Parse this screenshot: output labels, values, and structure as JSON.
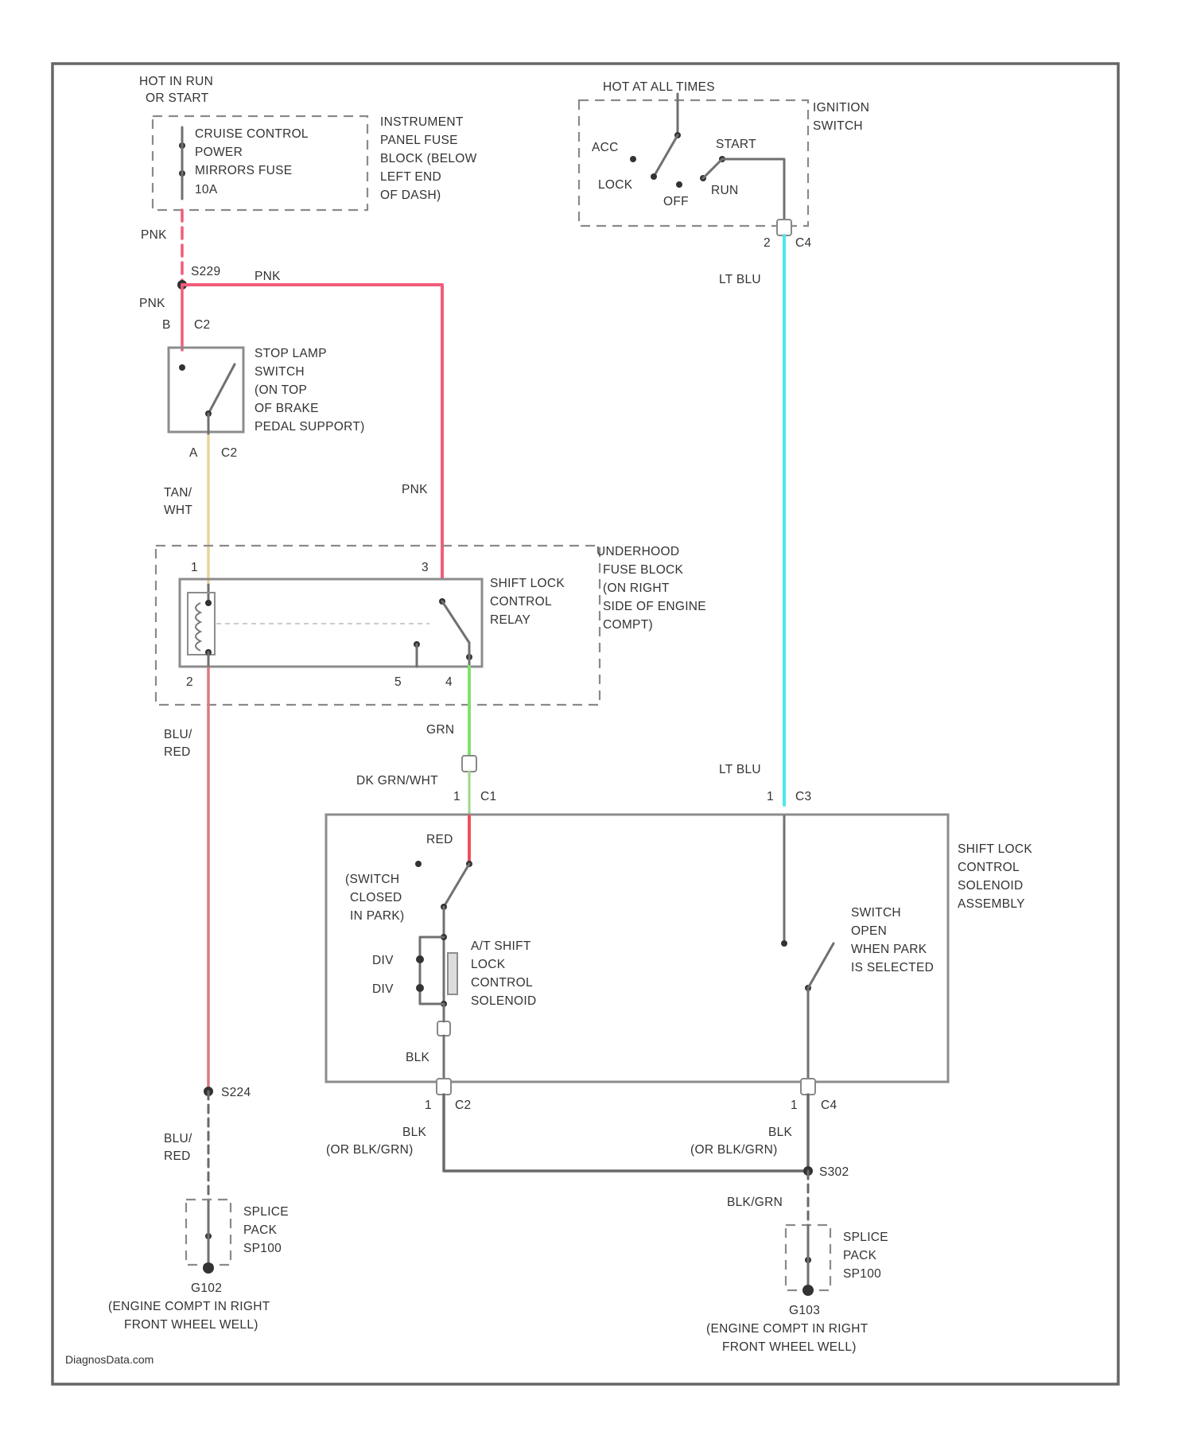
{
  "power": {
    "hot_label": [
      "HOT IN RUN",
      "OR START"
    ],
    "fuse_text": [
      "CRUISE CONTROL",
      "POWER",
      "MIRRORS FUSE",
      "10A"
    ],
    "fuse_location": [
      "INSTRUMENT",
      "PANEL FUSE",
      "BLOCK (BELOW",
      "LEFT END",
      "OF DASH)"
    ],
    "hot_all_times": "HOT AT ALL TIMES"
  },
  "ignition": {
    "name": [
      "IGNITION",
      "SWITCH"
    ],
    "positions": {
      "acc": "ACC",
      "lock": "LOCK",
      "off": "OFF",
      "run": "RUN",
      "start": "START"
    },
    "pin": "2",
    "connector": "C4"
  },
  "wires": {
    "pnk": "PNK",
    "splice_top": "S229",
    "c2": "C2",
    "pin_b": "B",
    "pin_a": "A",
    "tan_wht": [
      "TAN/",
      "WHT"
    ],
    "lt_blu": "LT BLU",
    "blu_red": [
      "BLU/",
      "RED"
    ],
    "grn": "GRN",
    "dk_grn_wht": "DK GRN/WHT",
    "c1": "C1",
    "c3": "C3",
    "c4": "C4",
    "red": "RED",
    "blk": "BLK",
    "blk_alt": [
      "BLK",
      "(OR BLK/GRN)"
    ],
    "blk_grn": "BLK/GRN",
    "splice_left": "S224",
    "splice_right": "S302"
  },
  "stop_lamp": {
    "label": [
      "STOP LAMP",
      "SWITCH",
      "(ON TOP",
      "OF BRAKE",
      "PEDAL SUPPORT)"
    ]
  },
  "relay": {
    "label": [
      "SHIFT LOCK",
      "CONTROL",
      "RELAY"
    ],
    "fuse_block": [
      "UNDERHOOD",
      "FUSE BLOCK",
      "(ON RIGHT",
      "SIDE OF ENGINE",
      "COMPT)"
    ],
    "pins": {
      "p1": "1",
      "p2": "2",
      "p3": "3",
      "p4": "4",
      "p5": "5"
    }
  },
  "solenoid_assembly": {
    "label": [
      "SHIFT LOCK",
      "CONTROL",
      "SOLENOID",
      "ASSEMBLY"
    ],
    "switch_closed": [
      "(SWITCH",
      "CLOSED",
      "IN PARK)"
    ],
    "solenoid": [
      "A/T SHIFT",
      "LOCK",
      "CONTROL",
      "SOLENOID"
    ],
    "diode1": "DIV",
    "diode2": "DIV",
    "switch_open": [
      "SWITCH",
      "OPEN",
      "WHEN PARK",
      "IS SELECTED"
    ],
    "pin1": "1"
  },
  "splice_pack": {
    "label": [
      "SPLICE",
      "PACK",
      "SP100"
    ]
  },
  "grounds": {
    "left": [
      "G102",
      "(ENGINE COMPT IN RIGHT",
      "FRONT WHEEL WELL)"
    ],
    "right": [
      "G103",
      "(ENGINE COMPT IN RIGHT",
      "FRONT WHEEL WELL)"
    ]
  },
  "watermark": "DiagnosData.com",
  "colors": {
    "pink": "#f25c7a",
    "tan": "#e9d49a",
    "lt_blu": "#4fe6ee",
    "green": "#7ee36a",
    "red": "#ef4f5c",
    "blu_red": "#d87a80",
    "gray": "#707070"
  }
}
